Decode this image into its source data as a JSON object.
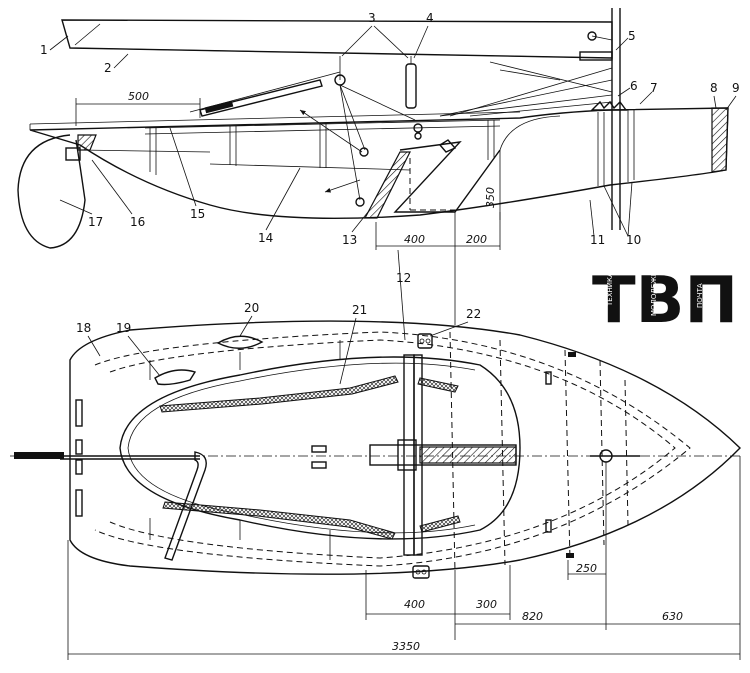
{
  "callouts": [
    "1",
    "2",
    "3",
    "4",
    "5",
    "6",
    "7",
    "8",
    "9",
    "10",
    "11",
    "12",
    "13",
    "14",
    "15",
    "16",
    "17",
    "18",
    "19",
    "20",
    "21",
    "22"
  ],
  "dimensions": {
    "side_500": "500",
    "side_350": "350",
    "side_400": "400",
    "side_200": "200",
    "plan_250": "250",
    "plan_400": "400",
    "plan_300": "300",
    "plan_820": "820",
    "plan_630": "630",
    "plan_3350": "3350"
  },
  "logo": {
    "text": "ТВП",
    "small_1": "ТЕХНИКА",
    "small_2": "МОЛОДЕЖИ",
    "small_3": "ПОЧТА"
  }
}
